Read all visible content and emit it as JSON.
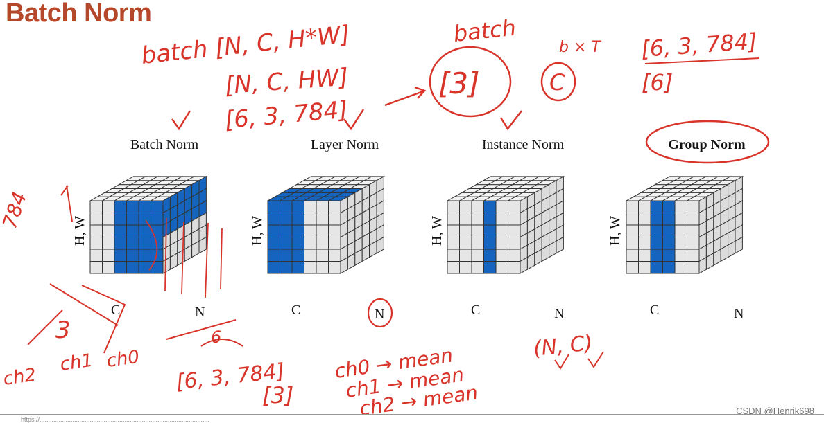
{
  "slide": {
    "title": "Batch Norm"
  },
  "panels": [
    {
      "title": "Batch Norm",
      "axis_hw": "H, W",
      "axis_c": "C",
      "axis_n": "N",
      "mode": "batch"
    },
    {
      "title": "Layer Norm",
      "axis_hw": "H, W",
      "axis_c": "C",
      "axis_n": "N",
      "mode": "layer"
    },
    {
      "title": "Instance Norm",
      "axis_hw": "H, W",
      "axis_c": "C",
      "axis_n": "N",
      "mode": "instance"
    },
    {
      "title": "Group Norm",
      "axis_hw": "H, W",
      "axis_c": "C",
      "axis_n": "N",
      "mode": "group"
    }
  ],
  "annotations": {
    "shape_full": "batch [N, C, H*W]",
    "shape_flat": "[N, C, HW]",
    "shape_nums": "[6, 3, 784]",
    "stat_shape": "[3]",
    "batch_word": "batch",
    "channel_c": "C",
    "b_times_t": "b × T",
    "ln_shape": "[6, 3, 784]",
    "ln_stat": "[6]",
    "side_784": "784",
    "three": "3",
    "ch2": "ch2",
    "ch1": "ch1",
    "ch0": "ch0",
    "six": "6",
    "bottom_shape": "[6, 3, 784]",
    "bottom_stat": "[3]",
    "ch0_mean": "ch0 → mean",
    "ch1_mean": "ch1 → mean",
    "ch2_mean": "ch2 → mean",
    "nc": "(N, C)"
  },
  "footer": {
    "note": "https://..................................................................................................",
    "watermark": "CSDN @Henrik698"
  },
  "colors": {
    "title": "#b5472a",
    "cell_gray": "#e6e6e6",
    "cell_blue": "#1565c0",
    "ink": "#d8342a"
  }
}
